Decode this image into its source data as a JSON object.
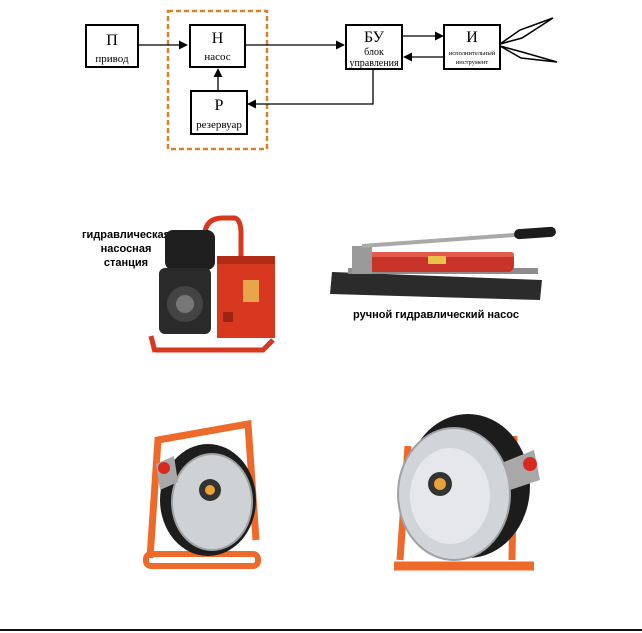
{
  "diagram": {
    "blocks": {
      "drive": {
        "letter": "П",
        "label": "привод"
      },
      "pump": {
        "letter": "Н",
        "label": "насос"
      },
      "tank": {
        "letter": "Р",
        "label": "резервуар"
      },
      "control": {
        "letter": "БУ",
        "label_line1": "блок",
        "label_line2": "управления"
      },
      "tool": {
        "letter": "И",
        "label_line1": "исполнительный",
        "label_line2": "инструмент"
      }
    },
    "colors": {
      "dashed_frame": "#d9822b",
      "lines": "#000000"
    }
  },
  "photos": {
    "station_caption_line1": "гидравлическая",
    "station_caption_line2": "насосная",
    "station_caption_line3": "станция",
    "hand_pump_caption": "ручной гидравлический насос",
    "colors": {
      "frame_red": "#d8381f",
      "frame_orange": "#ee6a2a",
      "hose": "#222222",
      "metal": "#c9cccf"
    }
  }
}
